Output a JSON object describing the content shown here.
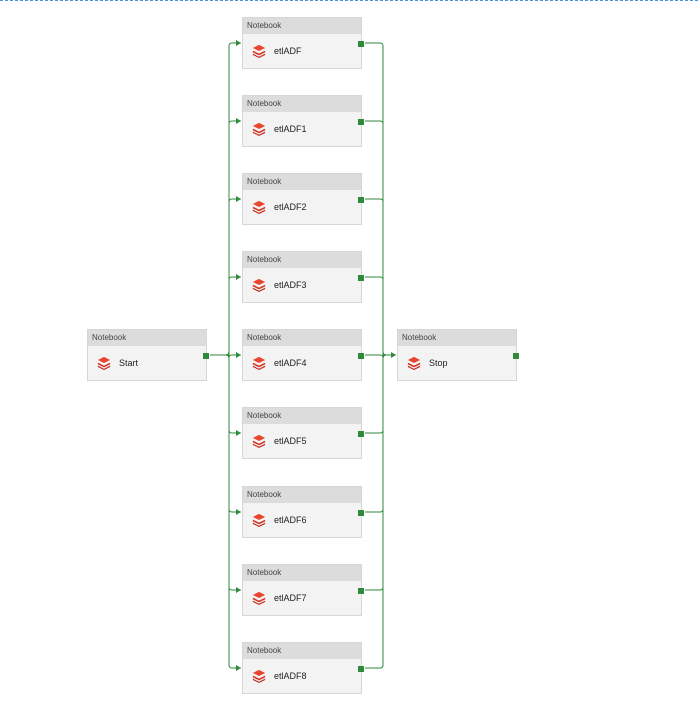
{
  "canvas": {
    "activity_type_label": "Notebook",
    "colors": {
      "connector": "#2f8a3c",
      "header": "#dcdcdc",
      "body": "#f3f3f3",
      "icon_top": "#e8442e",
      "icon_bottom": "#c0281b"
    }
  },
  "activities": [
    {
      "id": "start",
      "type": "Notebook",
      "name": "Start"
    },
    {
      "id": "etl0",
      "type": "Notebook",
      "name": "etlADF"
    },
    {
      "id": "etl1",
      "type": "Notebook",
      "name": "etlADF1"
    },
    {
      "id": "etl2",
      "type": "Notebook",
      "name": "etlADF2"
    },
    {
      "id": "etl3",
      "type": "Notebook",
      "name": "etlADF3"
    },
    {
      "id": "etl4",
      "type": "Notebook",
      "name": "etlADF4"
    },
    {
      "id": "etl5",
      "type": "Notebook",
      "name": "etlADF5"
    },
    {
      "id": "etl6",
      "type": "Notebook",
      "name": "etlADF6"
    },
    {
      "id": "etl7",
      "type": "Notebook",
      "name": "etlADF7"
    },
    {
      "id": "etl8",
      "type": "Notebook",
      "name": "etlADF8"
    },
    {
      "id": "stop",
      "type": "Notebook",
      "name": "Stop"
    }
  ]
}
